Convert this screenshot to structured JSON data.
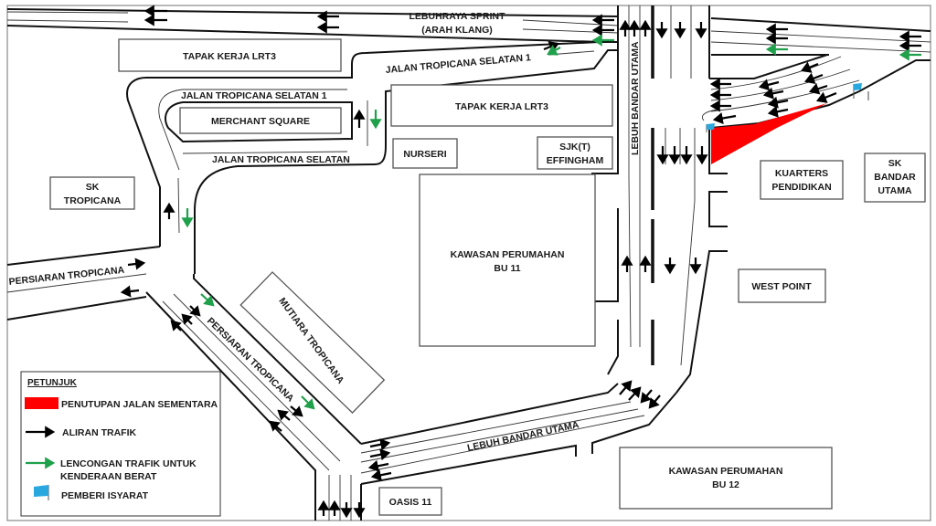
{
  "map": {
    "colors": {
      "closure": "#ff0000",
      "traffic_flow": "#000000",
      "detour": "#1fa04a",
      "flagman": "#29a8e0"
    },
    "roads": {
      "sprint": [
        "LEBUHRAYA SPRINT",
        "(ARAH KLANG)"
      ],
      "jts1_top": "JALAN TROPICANA SELATAN 1",
      "jts1_left": "JALAN TROPICANA SELATAN 1",
      "jts": "JALAN TROPICANA SELATAN",
      "lbu_vertical": "LEBUH BANDAR UTAMA",
      "lbu_bottom": "LEBUH BANDAR UTAMA",
      "persiaran_left": "PERSIARAN TROPICANA",
      "persiaran_diag": "PERSIARAN TROPICANA"
    },
    "buildings": {
      "lrt3_left": [
        "TAPAK KERJA LRT3"
      ],
      "lrt3_mid": [
        "TAPAK KERJA LRT3"
      ],
      "merchant": [
        "MERCHANT SQUARE"
      ],
      "nurseri": [
        "NURSERI"
      ],
      "sjkt": [
        "SJK(T)",
        "EFFINGHAM"
      ],
      "sk_tropicana": [
        "SK",
        "TROPICANA"
      ],
      "bu11": [
        "KAWASAN PERUMAHAN",
        "BU 11"
      ],
      "mutiara": [
        "MUTIARA TROPICANA"
      ],
      "kuarters": [
        "KUARTERS",
        "PENDIDIKAN"
      ],
      "sk_bu": [
        "SK",
        "BANDAR",
        "UTAMA"
      ],
      "west_point": [
        "WEST POINT"
      ],
      "bu12": [
        "KAWASAN PERUMAHAN",
        "BU 12"
      ],
      "oasis": [
        "OASIS 11"
      ]
    },
    "legend": {
      "title": "PETUNJUK",
      "items": [
        {
          "symbol": "red-block",
          "label": "PENUTUPAN JALAN SEMENTARA"
        },
        {
          "symbol": "black-arrow",
          "label": "ALIRAN TRAFIK"
        },
        {
          "symbol": "green-arrow",
          "label": [
            "LENCONGAN TRAFIK UNTUK",
            "KENDERAAN BERAT"
          ]
        },
        {
          "symbol": "blue-flag",
          "label": "PEMBERI ISYARAT"
        }
      ]
    }
  }
}
